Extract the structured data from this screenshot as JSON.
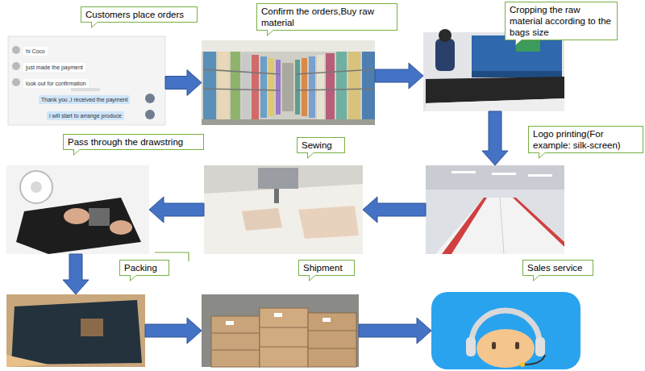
{
  "diagram": {
    "nodes": [
      {
        "text": [
          "Customers place orders"
        ]
      },
      {
        "text": [
          "Confirm the orders,Buy raw material"
        ]
      },
      {
        "text": [
          "Cropping the raw material according to the bags size"
        ]
      },
      {
        "text": [
          "Logo printing(For example: silk-screen)"
        ]
      },
      {
        "text": [
          "Sewing"
        ]
      },
      {
        "text": [
          "Pass through the drawstring"
        ]
      },
      {
        "text": [
          "Packing"
        ]
      },
      {
        "text": [
          "Shipment"
        ]
      },
      {
        "text": [
          "Sales service"
        ]
      }
    ],
    "edges": [
      {
        "from": 0,
        "to": 1,
        "arrow": "to"
      },
      {
        "from": 1,
        "to": 2,
        "arrow": "to"
      },
      {
        "from": 2,
        "to": 3,
        "arrow": "to"
      },
      {
        "from": 3,
        "to": 4,
        "arrow": "to"
      },
      {
        "from": 4,
        "to": 5,
        "arrow": "to"
      },
      {
        "from": 5,
        "to": 6,
        "arrow": "to"
      },
      {
        "from": 6,
        "to": 7,
        "arrow": "to"
      },
      {
        "from": 7,
        "to": 8,
        "arrow": "to"
      }
    ],
    "labels": [
      "hi Coco",
      "just made the payment",
      "look out for confirmation",
      "Thank you ,I received the payment",
      "i will start to arrange produce"
    ]
  }
}
